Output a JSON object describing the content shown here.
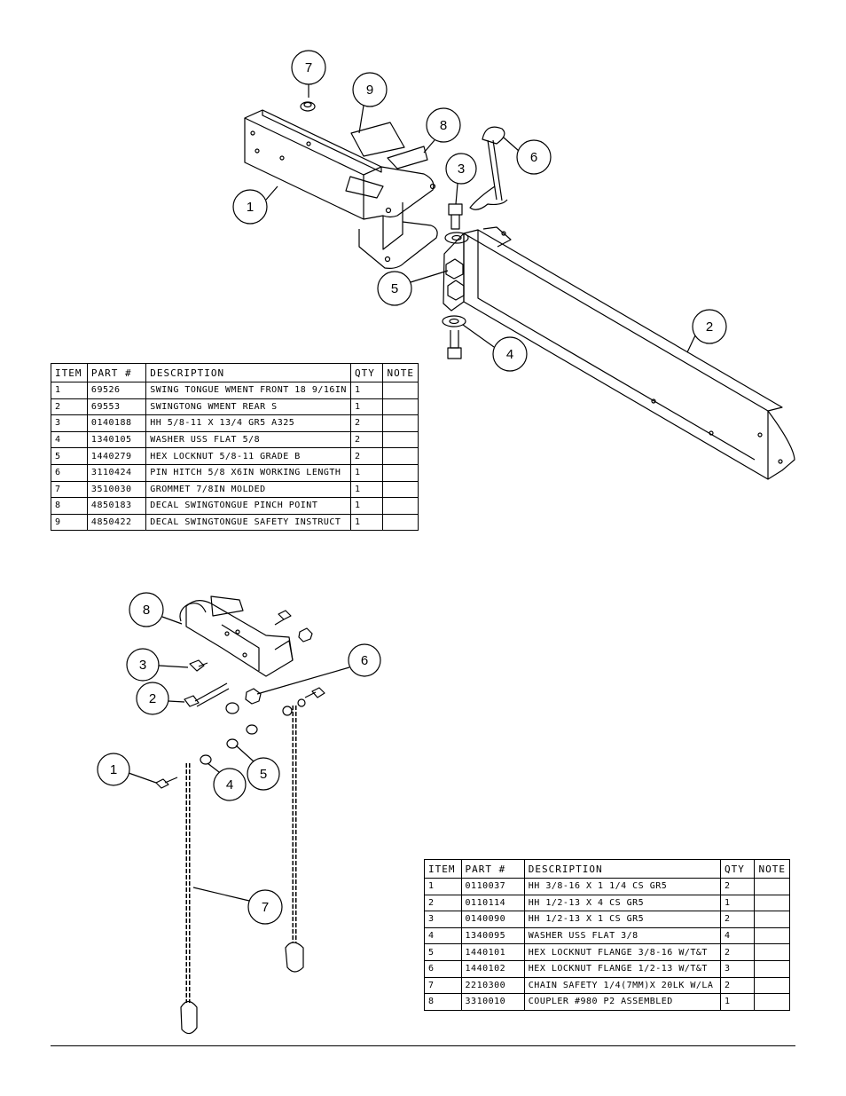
{
  "assembly_top": {
    "callouts": [
      "1",
      "2",
      "3",
      "4",
      "5",
      "6",
      "7",
      "8",
      "9"
    ],
    "table": {
      "headers": [
        "ITEM",
        "PART #",
        "DESCRIPTION",
        "QTY",
        "NOTE"
      ],
      "rows": [
        {
          "item": "1",
          "part": "69526",
          "description": "SWING TONGUE WMENT FRONT 18 9/16IN",
          "qty": "1",
          "note": ""
        },
        {
          "item": "2",
          "part": "69553",
          "description": "SWINGTONG WMENT REAR S",
          "qty": "1",
          "note": ""
        },
        {
          "item": "3",
          "part": "0140188",
          "description": "HH 5/8-11 X 13/4  GR5 A325",
          "qty": "2",
          "note": ""
        },
        {
          "item": "4",
          "part": "1340105",
          "description": "WASHER USS FLAT 5/8",
          "qty": "2",
          "note": ""
        },
        {
          "item": "5",
          "part": "1440279",
          "description": "HEX LOCKNUT 5/8-11 GRADE B",
          "qty": "2",
          "note": ""
        },
        {
          "item": "6",
          "part": "3110424",
          "description": "PIN HITCH 5/8 X6IN WORKING LENGTH",
          "qty": "1",
          "note": ""
        },
        {
          "item": "7",
          "part": "3510030",
          "description": "GROMMET  7/8IN MOLDED",
          "qty": "1",
          "note": ""
        },
        {
          "item": "8",
          "part": "4850183",
          "description": "DECAL SWINGTONGUE PINCH POINT",
          "qty": "1",
          "note": ""
        },
        {
          "item": "9",
          "part": "4850422",
          "description": "DECAL SWINGTONGUE SAFETY INSTRUCT",
          "qty": "1",
          "note": ""
        }
      ]
    }
  },
  "assembly_bottom": {
    "callouts": [
      "1",
      "2",
      "3",
      "4",
      "5",
      "6",
      "7",
      "8"
    ],
    "table": {
      "headers": [
        "ITEM",
        "PART #",
        "DESCRIPTION",
        "QTY",
        "NOTE"
      ],
      "rows": [
        {
          "item": "1",
          "part": "0110037",
          "description": "HH 3/8-16 X 1 1/4 CS GR5",
          "qty": "2",
          "note": ""
        },
        {
          "item": "2",
          "part": "0110114",
          "description": "HH 1/2-13 X 4 CS GR5",
          "qty": "1",
          "note": ""
        },
        {
          "item": "3",
          "part": "0140090",
          "description": "HH 1/2-13 X 1 CS GR5",
          "qty": "2",
          "note": ""
        },
        {
          "item": "4",
          "part": "1340095",
          "description": "WASHER USS FLAT 3/8",
          "qty": "4",
          "note": ""
        },
        {
          "item": "5",
          "part": "1440101",
          "description": "HEX LOCKNUT FLANGE 3/8-16 W/T&T",
          "qty": "2",
          "note": ""
        },
        {
          "item": "6",
          "part": "1440102",
          "description": "HEX LOCKNUT FLANGE 1/2-13 W/T&T",
          "qty": "3",
          "note": ""
        },
        {
          "item": "7",
          "part": "2210300",
          "description": "CHAIN SAFETY 1/4(7MM)X 20LK W/LA",
          "qty": "2",
          "note": ""
        },
        {
          "item": "8",
          "part": "3310010",
          "description": "COUPLER #980 P2 ASSEMBLED",
          "qty": "1",
          "note": ""
        }
      ]
    }
  }
}
